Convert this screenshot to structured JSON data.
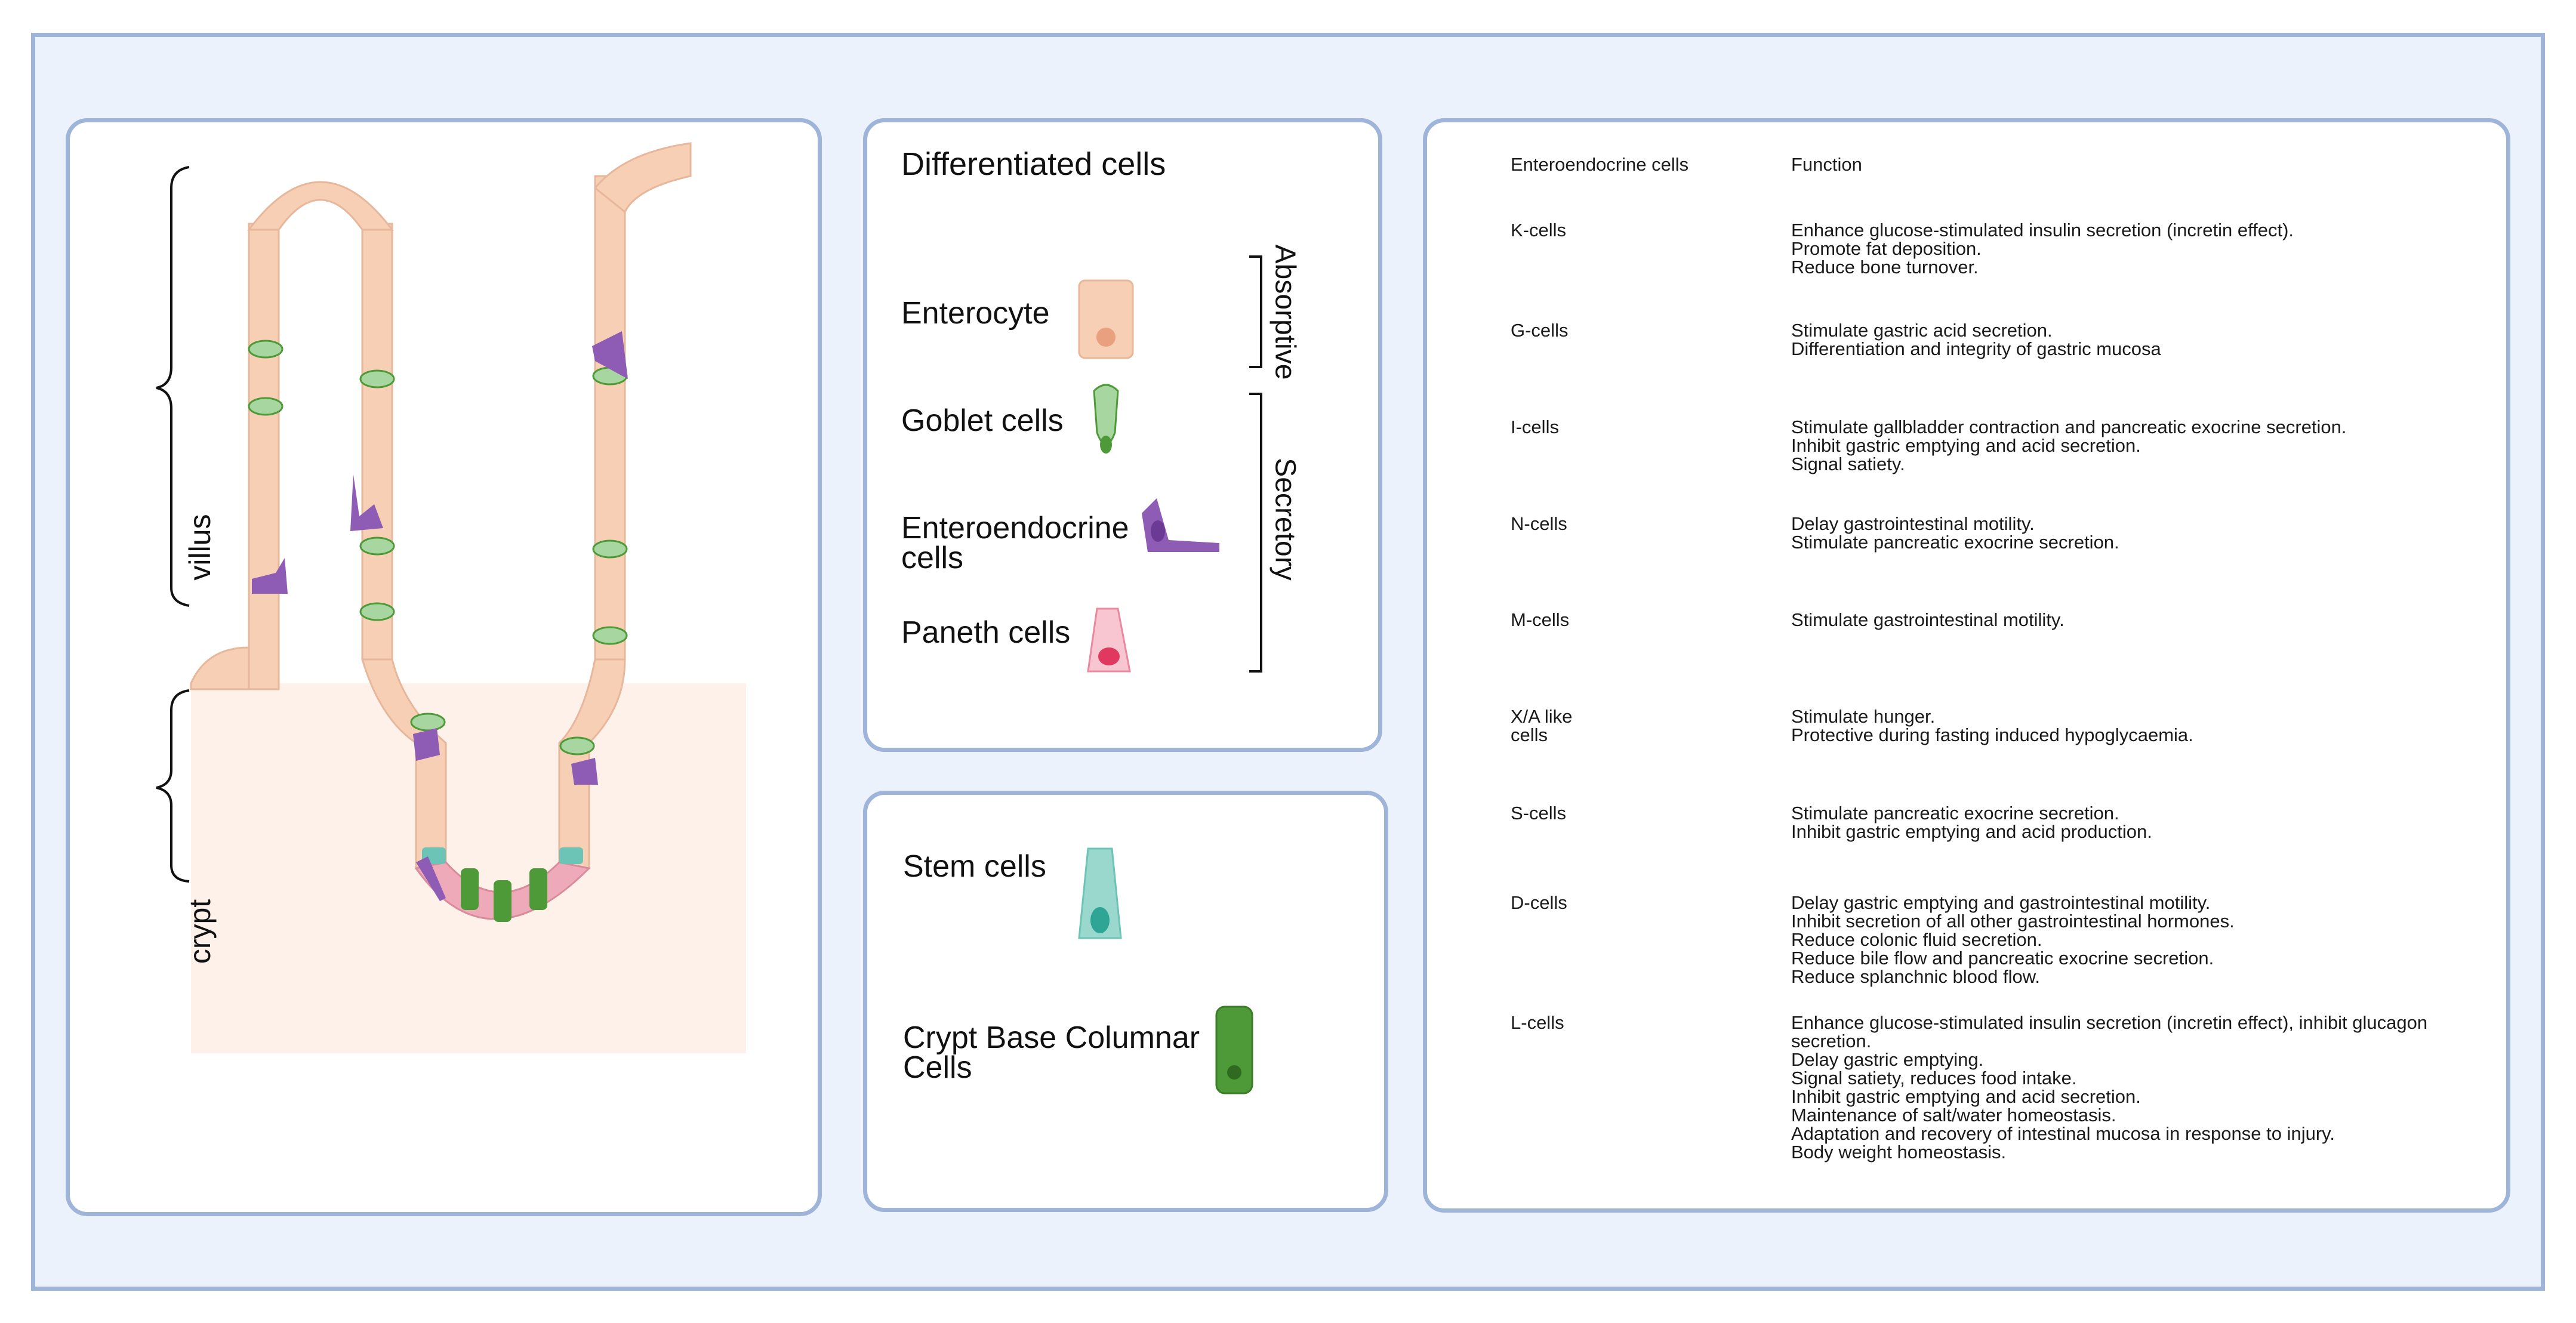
{
  "diagram": {
    "villus_label": "villus",
    "crypt_label": "crypt"
  },
  "differentiated": {
    "title": "Differentiated cells",
    "enterocyte": "Enterocyte",
    "goblet": "Goblet cells",
    "enteroendocrine": "Enteroendocrine cells",
    "paneth": "Paneth cells",
    "absorptive": "Absorptive",
    "secretory": "Secretory"
  },
  "stem": {
    "stem_cells": "Stem cells",
    "crypt_base_columnar": "Crypt Base Columnar Cells"
  },
  "table": {
    "header": {
      "col1": "Enteroendocrine cells",
      "col2": "Function"
    },
    "rows": [
      {
        "cell": "K-cells",
        "function": "Enhance glucose-stimulated insulin secretion (incretin effect).\nPromote fat deposition.\nReduce bone turnover."
      },
      {
        "cell": "G-cells",
        "function": "Stimulate gastric acid secretion.\nDifferentiation and integrity of gastric mucosa"
      },
      {
        "cell": "I-cells",
        "function": "Stimulate gallbladder contraction and pancreatic exocrine secretion.\nInhibit gastric emptying and acid secretion.\nSignal satiety."
      },
      {
        "cell": "N-cells",
        "function": "Delay gastrointestinal motility.\nStimulate pancreatic exocrine secretion."
      },
      {
        "cell": "M-cells",
        "function": "Stimulate gastrointestinal motility."
      },
      {
        "cell": "X/A like\ncells",
        "function": "Stimulate hunger.\nProtective during fasting induced hypoglycaemia."
      },
      {
        "cell": "S-cells",
        "function": "Stimulate pancreatic exocrine secretion.\nInhibit gastric emptying and acid production."
      },
      {
        "cell": "D-cells",
        "function": "Delay gastric emptying and gastrointestinal motility.\nInhibit secretion of all other gastrointestinal hormones.\nReduce colonic fluid secretion.\nReduce bile flow and pancreatic exocrine secretion.\nReduce splanchnic blood flow."
      },
      {
        "cell": "L-cells",
        "function": "Enhance glucose-stimulated insulin secretion (incretin effect), inhibit glucagon\nsecretion.\nDelay gastric emptying.\nSignal satiety, reduces food intake.\nInhibit gastric emptying and acid secretion.\nMaintenance of salt/water homeostasis.\nAdaptation and recovery of intestinal mucosa in response to injury.\nBody weight homeostasis."
      }
    ]
  },
  "colors": {
    "panel_border": "#9fb4d9",
    "background": "#ebf2fb",
    "epithelium": "#f7cfb5",
    "lumen": "#fdf1e9",
    "goblet": "#6fb36f",
    "enteroendocrine": "#8e5bb5",
    "paneth": "#e9889f",
    "stem": "#6cc4b6",
    "cbc": "#4f9a38"
  }
}
